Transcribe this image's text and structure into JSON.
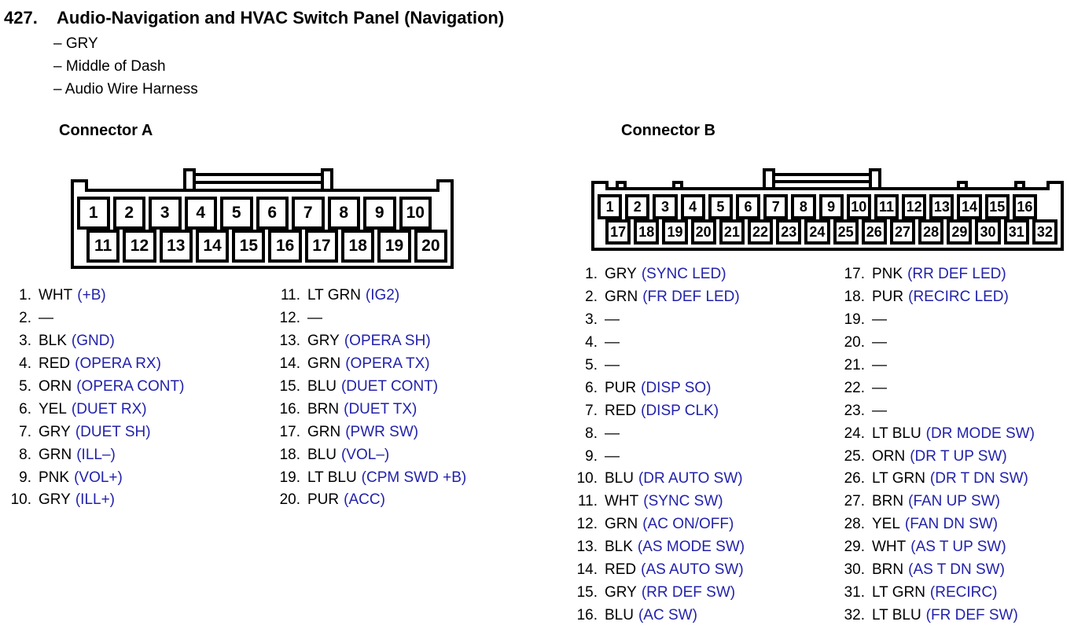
{
  "header": {
    "number": "427.",
    "title": "Audio-Navigation and HVAC Switch Panel (Navigation)",
    "details": [
      "– GRY",
      "– Middle of Dash",
      "– Audio Wire Harness"
    ]
  },
  "colors": {
    "signal_text": "#2222AB",
    "body_text": "#000000",
    "diagram_line": "#000000",
    "background": "#FFFFFF"
  },
  "connectors": [
    {
      "id": "a",
      "label": "Connector A",
      "top_pins": [
        "1",
        "2",
        "3",
        "4",
        "5",
        "6",
        "7",
        "8",
        "9",
        "10"
      ],
      "bottom_pins": [
        "11",
        "12",
        "13",
        "14",
        "15",
        "16",
        "17",
        "18",
        "19",
        "20"
      ],
      "columns": [
        [
          {
            "n": "1.",
            "wire": "WHT",
            "signal": "(+B)"
          },
          {
            "n": "2.",
            "wire": "—",
            "signal": ""
          },
          {
            "n": "3.",
            "wire": "BLK",
            "signal": "(GND)"
          },
          {
            "n": "4.",
            "wire": "RED",
            "signal": "(OPERA RX)"
          },
          {
            "n": "5.",
            "wire": "ORN",
            "signal": "(OPERA CONT)"
          },
          {
            "n": "6.",
            "wire": "YEL",
            "signal": "(DUET RX)"
          },
          {
            "n": "7.",
            "wire": "GRY",
            "signal": "(DUET SH)"
          },
          {
            "n": "8.",
            "wire": "GRN",
            "signal": "(ILL–)"
          },
          {
            "n": "9.",
            "wire": "PNK",
            "signal": "(VOL+)"
          },
          {
            "n": "10.",
            "wire": "GRY",
            "signal": "(ILL+)"
          }
        ],
        [
          {
            "n": "11.",
            "wire": "LT GRN",
            "signal": "(IG2)"
          },
          {
            "n": "12.",
            "wire": "—",
            "signal": ""
          },
          {
            "n": "13.",
            "wire": "GRY",
            "signal": "(OPERA SH)"
          },
          {
            "n": "14.",
            "wire": "GRN",
            "signal": "(OPERA TX)"
          },
          {
            "n": "15.",
            "wire": "BLU",
            "signal": "(DUET CONT)"
          },
          {
            "n": "16.",
            "wire": "BRN",
            "signal": "(DUET TX)"
          },
          {
            "n": "17.",
            "wire": "GRN",
            "signal": "(PWR SW)"
          },
          {
            "n": "18.",
            "wire": "BLU",
            "signal": "(VOL–)"
          },
          {
            "n": "19.",
            "wire": "LT BLU",
            "signal": "(CPM SWD +B)"
          },
          {
            "n": "20.",
            "wire": "PUR",
            "signal": "(ACC)"
          }
        ]
      ]
    },
    {
      "id": "b",
      "label": "Connector B",
      "top_pins": [
        "1",
        "2",
        "3",
        "4",
        "5",
        "6",
        "7",
        "8",
        "9",
        "10",
        "11",
        "12",
        "13",
        "14",
        "15",
        "16"
      ],
      "bottom_pins": [
        "17",
        "18",
        "19",
        "20",
        "21",
        "22",
        "23",
        "24",
        "25",
        "26",
        "27",
        "28",
        "29",
        "30",
        "31",
        "32"
      ],
      "columns": [
        [
          {
            "n": "1.",
            "wire": "GRY",
            "signal": "(SYNC LED)"
          },
          {
            "n": "2.",
            "wire": "GRN",
            "signal": "(FR DEF LED)"
          },
          {
            "n": "3.",
            "wire": "—",
            "signal": ""
          },
          {
            "n": "4.",
            "wire": "—",
            "signal": ""
          },
          {
            "n": "5.",
            "wire": "—",
            "signal": ""
          },
          {
            "n": "6.",
            "wire": "PUR",
            "signal": "(DISP SO)"
          },
          {
            "n": "7.",
            "wire": "RED",
            "signal": "(DISP CLK)"
          },
          {
            "n": "8.",
            "wire": "—",
            "signal": ""
          },
          {
            "n": "9.",
            "wire": "—",
            "signal": ""
          },
          {
            "n": "10.",
            "wire": "BLU",
            "signal": "(DR AUTO SW)"
          },
          {
            "n": "11.",
            "wire": "WHT",
            "signal": "(SYNC SW)"
          },
          {
            "n": "12.",
            "wire": "GRN",
            "signal": "(AC ON/OFF)"
          },
          {
            "n": "13.",
            "wire": "BLK",
            "signal": "(AS MODE SW)"
          },
          {
            "n": "14.",
            "wire": "RED",
            "signal": "(AS AUTO SW)"
          },
          {
            "n": "15.",
            "wire": "GRY",
            "signal": "(RR DEF SW)"
          },
          {
            "n": "16.",
            "wire": "BLU",
            "signal": "(AC SW)"
          }
        ],
        [
          {
            "n": "17.",
            "wire": "PNK",
            "signal": "(RR DEF LED)"
          },
          {
            "n": "18.",
            "wire": "PUR",
            "signal": "(RECIRC LED)"
          },
          {
            "n": "19.",
            "wire": "—",
            "signal": ""
          },
          {
            "n": "20.",
            "wire": "—",
            "signal": ""
          },
          {
            "n": "21.",
            "wire": "—",
            "signal": ""
          },
          {
            "n": "22.",
            "wire": "—",
            "signal": ""
          },
          {
            "n": "23.",
            "wire": "—",
            "signal": ""
          },
          {
            "n": "24.",
            "wire": "LT BLU",
            "signal": "(DR MODE SW)"
          },
          {
            "n": "25.",
            "wire": "ORN",
            "signal": "(DR T UP SW)"
          },
          {
            "n": "26.",
            "wire": "LT GRN",
            "signal": "(DR T DN SW)"
          },
          {
            "n": "27.",
            "wire": "BRN",
            "signal": "(FAN UP SW)"
          },
          {
            "n": "28.",
            "wire": "YEL",
            "signal": "(FAN DN SW)"
          },
          {
            "n": "29.",
            "wire": "WHT",
            "signal": "(AS T UP SW)"
          },
          {
            "n": "30.",
            "wire": "BRN",
            "signal": "(AS T DN SW)"
          },
          {
            "n": "31.",
            "wire": "LT GRN",
            "signal": "(RECIRC)"
          },
          {
            "n": "32.",
            "wire": "LT BLU",
            "signal": "(FR DEF SW)"
          }
        ]
      ]
    }
  ]
}
